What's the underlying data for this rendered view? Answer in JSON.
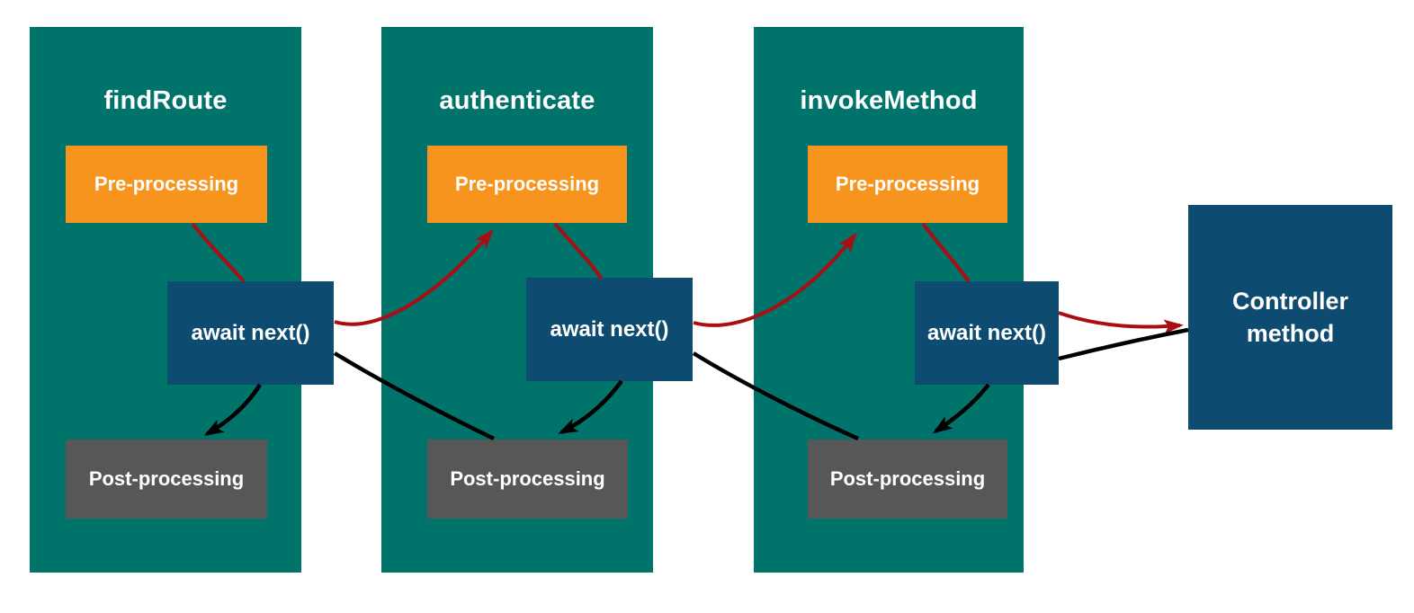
{
  "diagram": {
    "columns": [
      {
        "title": "findRoute",
        "pre_label": "Pre-processing",
        "await_label": "await next()",
        "post_label": "Post-processing"
      },
      {
        "title": "authenticate",
        "pre_label": "Pre-processing",
        "await_label": "await next()",
        "post_label": "Post-processing"
      },
      {
        "title": "invokeMethod",
        "pre_label": "Pre-processing",
        "await_label": "await next()",
        "post_label": "Post-processing"
      }
    ],
    "controller_label": "Controller method",
    "flows": {
      "request_arrow_color_meaning": "request path through pre-processing and await next()",
      "response_arrow_color_meaning": "response path back through post-processing"
    }
  },
  "colors": {
    "column_bg": "#00736B",
    "pre_box": "#F7941E",
    "await_box": "#0E4B70",
    "post_box": "#575757",
    "controller_box": "#0E4B70",
    "request_arrow": "#A80E12",
    "response_arrow": "#000000",
    "label_text": "#FFFFFF",
    "page_bg": "#FFFFFF"
  }
}
